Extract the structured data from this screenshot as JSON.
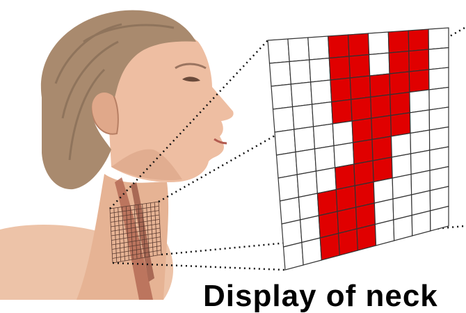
{
  "caption": "Display of neck",
  "colors": {
    "red": "#e00000",
    "grid": "#333333",
    "skin": "#e9b99d",
    "skin_shadow": "#c88f73",
    "hair": "#a98a6e",
    "hair_dark": "#7f6650",
    "neck_muscle": "#b46a55",
    "dots": "#111111"
  },
  "grid": {
    "cols": 9,
    "rows": 10,
    "filled": [
      [
        0,
        3
      ],
      [
        0,
        4
      ],
      [
        0,
        6
      ],
      [
        0,
        7
      ],
      [
        1,
        3
      ],
      [
        1,
        4
      ],
      [
        1,
        6
      ],
      [
        1,
        7
      ],
      [
        2,
        3
      ],
      [
        2,
        4
      ],
      [
        2,
        5
      ],
      [
        2,
        6
      ],
      [
        2,
        7
      ],
      [
        3,
        3
      ],
      [
        3,
        4
      ],
      [
        3,
        5
      ],
      [
        3,
        6
      ],
      [
        4,
        4
      ],
      [
        4,
        5
      ],
      [
        4,
        6
      ],
      [
        5,
        4
      ],
      [
        5,
        5
      ],
      [
        6,
        3
      ],
      [
        6,
        4
      ],
      [
        6,
        5
      ],
      [
        7,
        2
      ],
      [
        7,
        3
      ],
      [
        7,
        4
      ],
      [
        8,
        2
      ],
      [
        8,
        3
      ],
      [
        8,
        4
      ],
      [
        9,
        2
      ],
      [
        9,
        3
      ],
      [
        9,
        4
      ]
    ]
  }
}
